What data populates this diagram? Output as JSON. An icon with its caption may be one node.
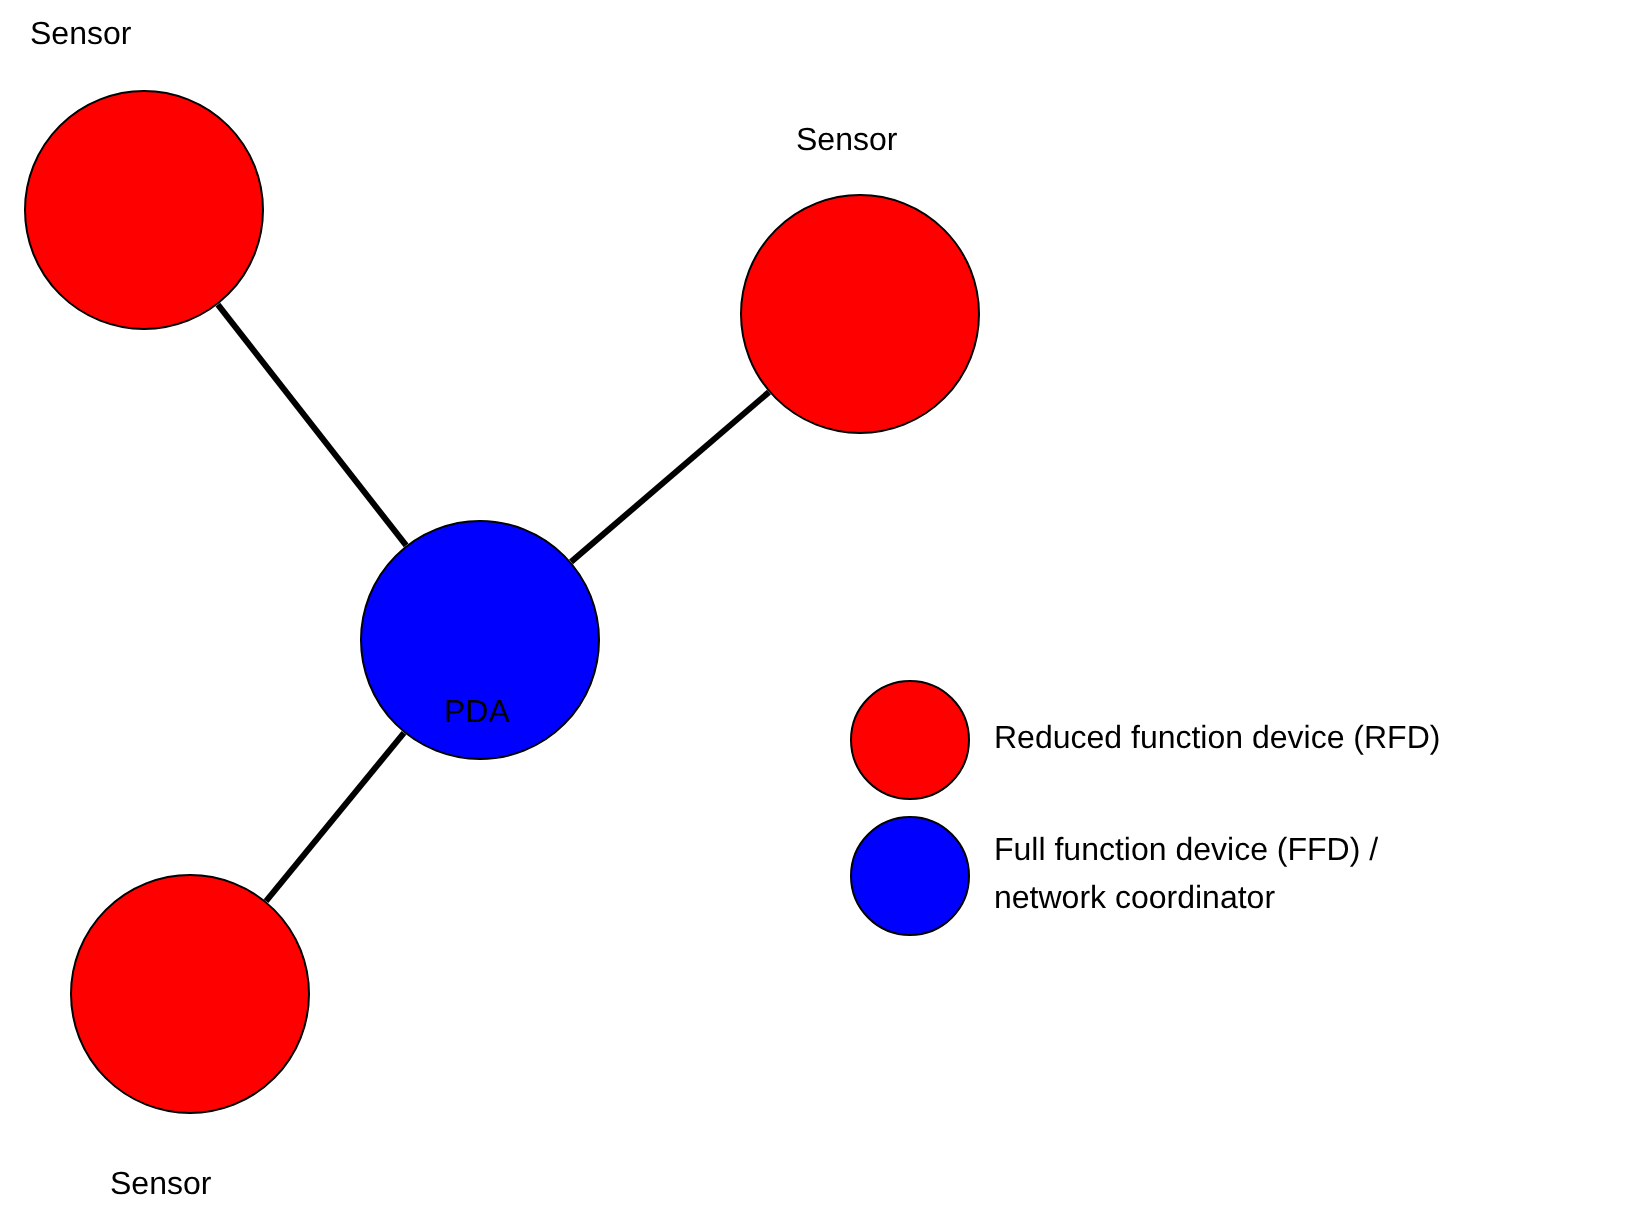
{
  "diagram": {
    "nodes": [
      {
        "text": [
          "Sensor"
        ]
      },
      {
        "text": [
          "Sensor"
        ]
      },
      {
        "text": [
          "PDA"
        ]
      },
      {
        "text": [
          "Sensor"
        ]
      }
    ],
    "edges": [
      {
        "from": 2,
        "to": 0,
        "arrow": "none"
      },
      {
        "from": 2,
        "to": 1,
        "arrow": "none"
      },
      {
        "from": 2,
        "to": 3,
        "arrow": "none"
      }
    ],
    "legend": [
      {
        "text": "Reduced function device (RFD)",
        "color": "#ff0000"
      },
      {
        "text": "Full function device (FFD) / network coordinator",
        "color": "#0000ff"
      }
    ]
  }
}
